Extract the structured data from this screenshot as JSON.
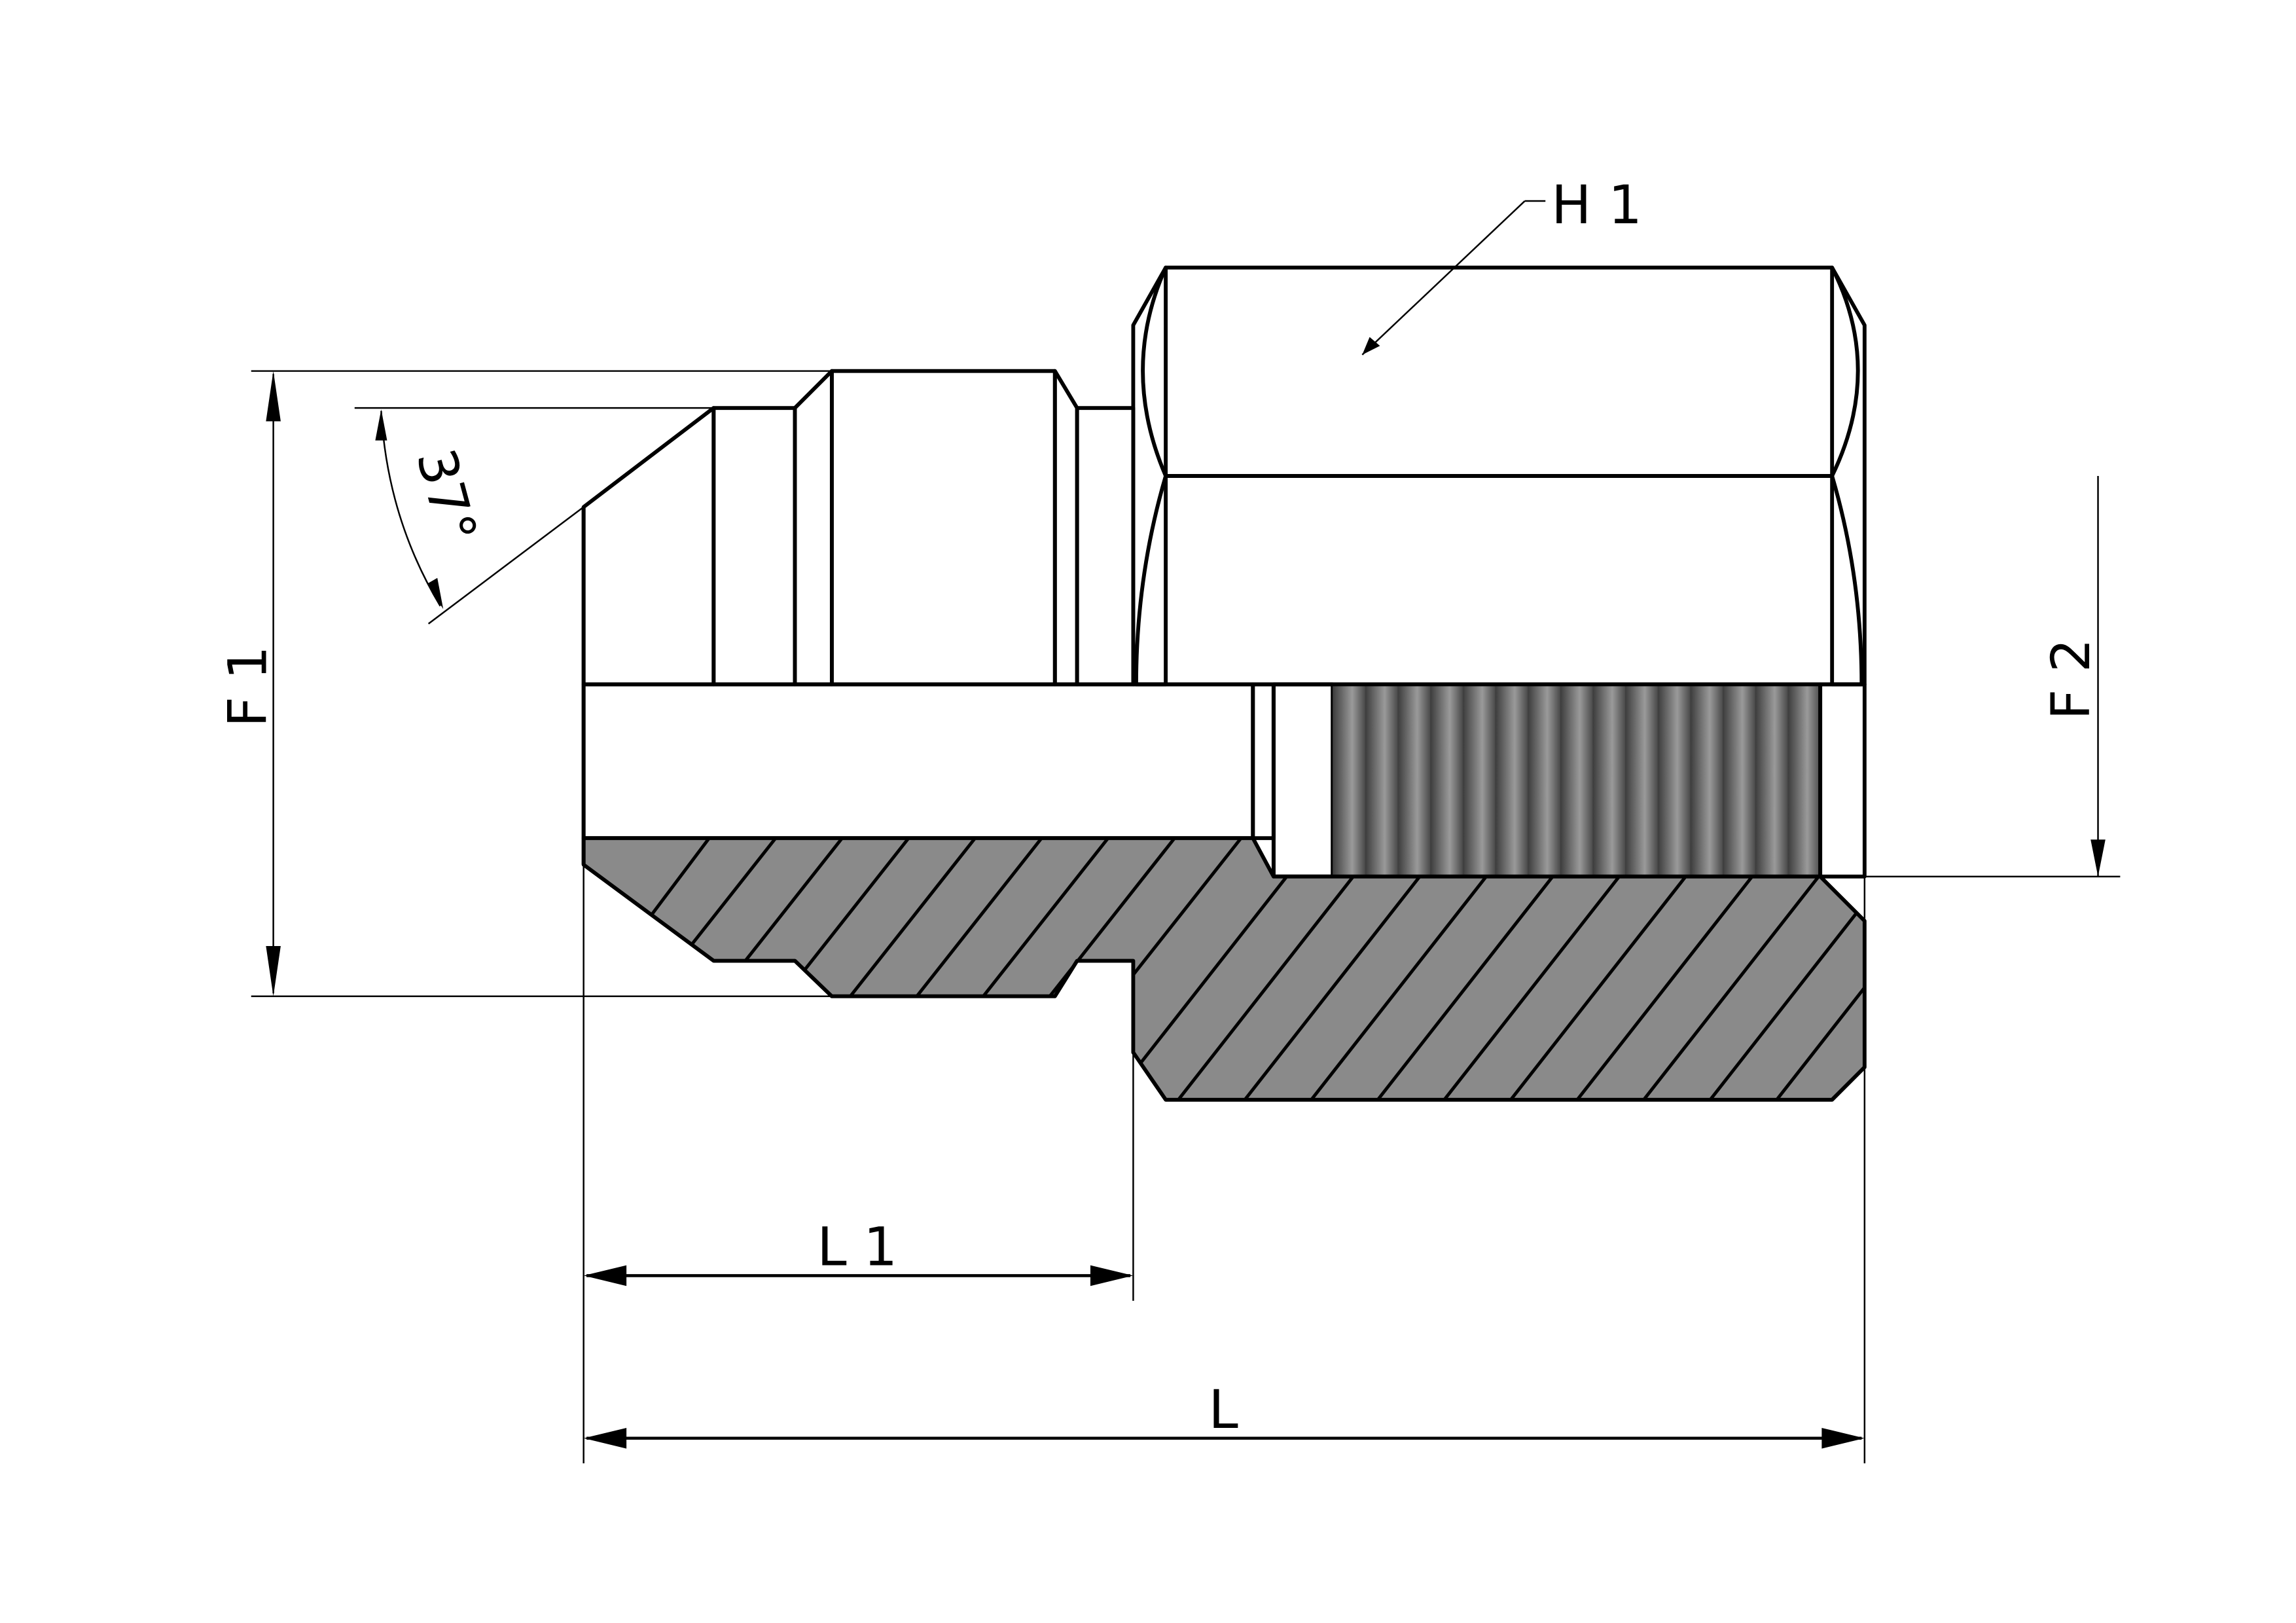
{
  "drawing": {
    "title": "37° JIC male flare to female thread adapter",
    "labels": {
      "h1": "H 1",
      "f1": "F 1",
      "f2": "F 2",
      "l1": "L 1",
      "l": "L",
      "angle": "37°"
    },
    "colors": {
      "background": "#ffffff",
      "outline": "#000000",
      "body_light": "#aaaaaa",
      "body_mid": "#8c8c8c",
      "body_dark": "#6e6e6e",
      "section": "#8a8a8a",
      "thread_dark": "#3a3a3a"
    }
  }
}
